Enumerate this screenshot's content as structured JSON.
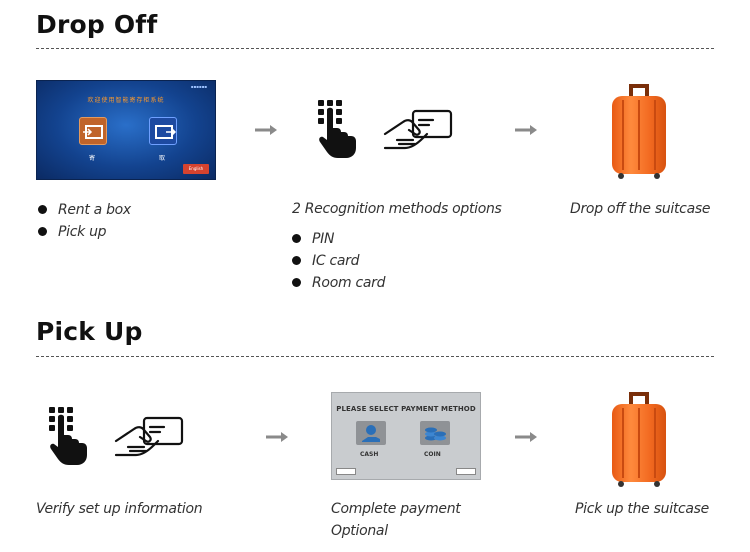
{
  "drop_off": {
    "title": "Drop Off",
    "kiosk": {
      "title": "欢迎使用智能寄存柜系统",
      "left_label": "寄",
      "right_label": "取",
      "corner_button": "English"
    },
    "step1_bullets": [
      "Rent a box",
      "Pick up"
    ],
    "step2_caption": "2 Recognition methods options",
    "step2_bullets": [
      "PIN",
      "IC card",
      "Room card"
    ],
    "step3_caption": "Drop off the suitcase"
  },
  "pick_up": {
    "title": "Pick Up",
    "step1_caption": "Verify set up information",
    "payment": {
      "title": "PLEASE SELECT PAYMENT METHOD",
      "cash_label": "CASH",
      "coin_label": "COIN"
    },
    "step2_caption_line1": "Complete payment",
    "step2_caption_line2": "Optional",
    "step3_caption": "Pick up the suitcase"
  },
  "colors": {
    "suitcase": "#f26a21",
    "arrow": "#8a8a8a",
    "icon": "#111111"
  },
  "icons": [
    "finger-keypad-icon",
    "hand-card-icon",
    "arrow-right-icon",
    "suitcase-icon",
    "cash-icon",
    "coin-icon"
  ]
}
